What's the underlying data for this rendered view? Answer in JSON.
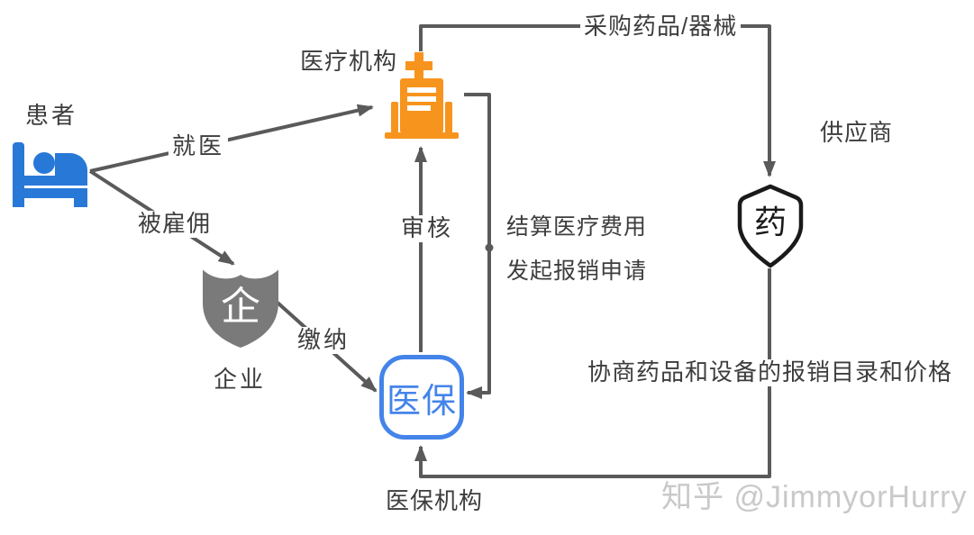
{
  "nodes": {
    "patient": {
      "label": "患者"
    },
    "medical_institution": {
      "label": "医疗机构"
    },
    "supplier": {
      "label": "供应商",
      "shield_char": "药"
    },
    "enterprise": {
      "label": "企业",
      "shield_char": "企"
    },
    "medical_insurance": {
      "label": "医保",
      "caption": "医保机构"
    }
  },
  "edges": {
    "seek_treatment": {
      "label": "就医"
    },
    "employed_by": {
      "label": "被雇佣"
    },
    "pay_premium": {
      "label": "缴纳"
    },
    "review": {
      "label": "审核"
    },
    "settle": {
      "label_line1": "结算医疗费用",
      "label_line2": "发起报销申请"
    },
    "procure": {
      "label": "采购药品/器械"
    },
    "negotiate": {
      "label": "协商药品和设备的报销目录和价格"
    }
  },
  "watermark": {
    "text": "知乎 @JimmyorHurry"
  },
  "colors": {
    "arrow": "#5A5A5A",
    "label_text": "#3d3d3d",
    "patient_blue": "#2878D8",
    "insurance_blue": "#4484EA",
    "hospital_orange": "#F7941E",
    "enterprise_gray": "#7A7A7A",
    "shield_outline": "#1A1A1A",
    "watermark_gray": "#C9C9C9"
  }
}
